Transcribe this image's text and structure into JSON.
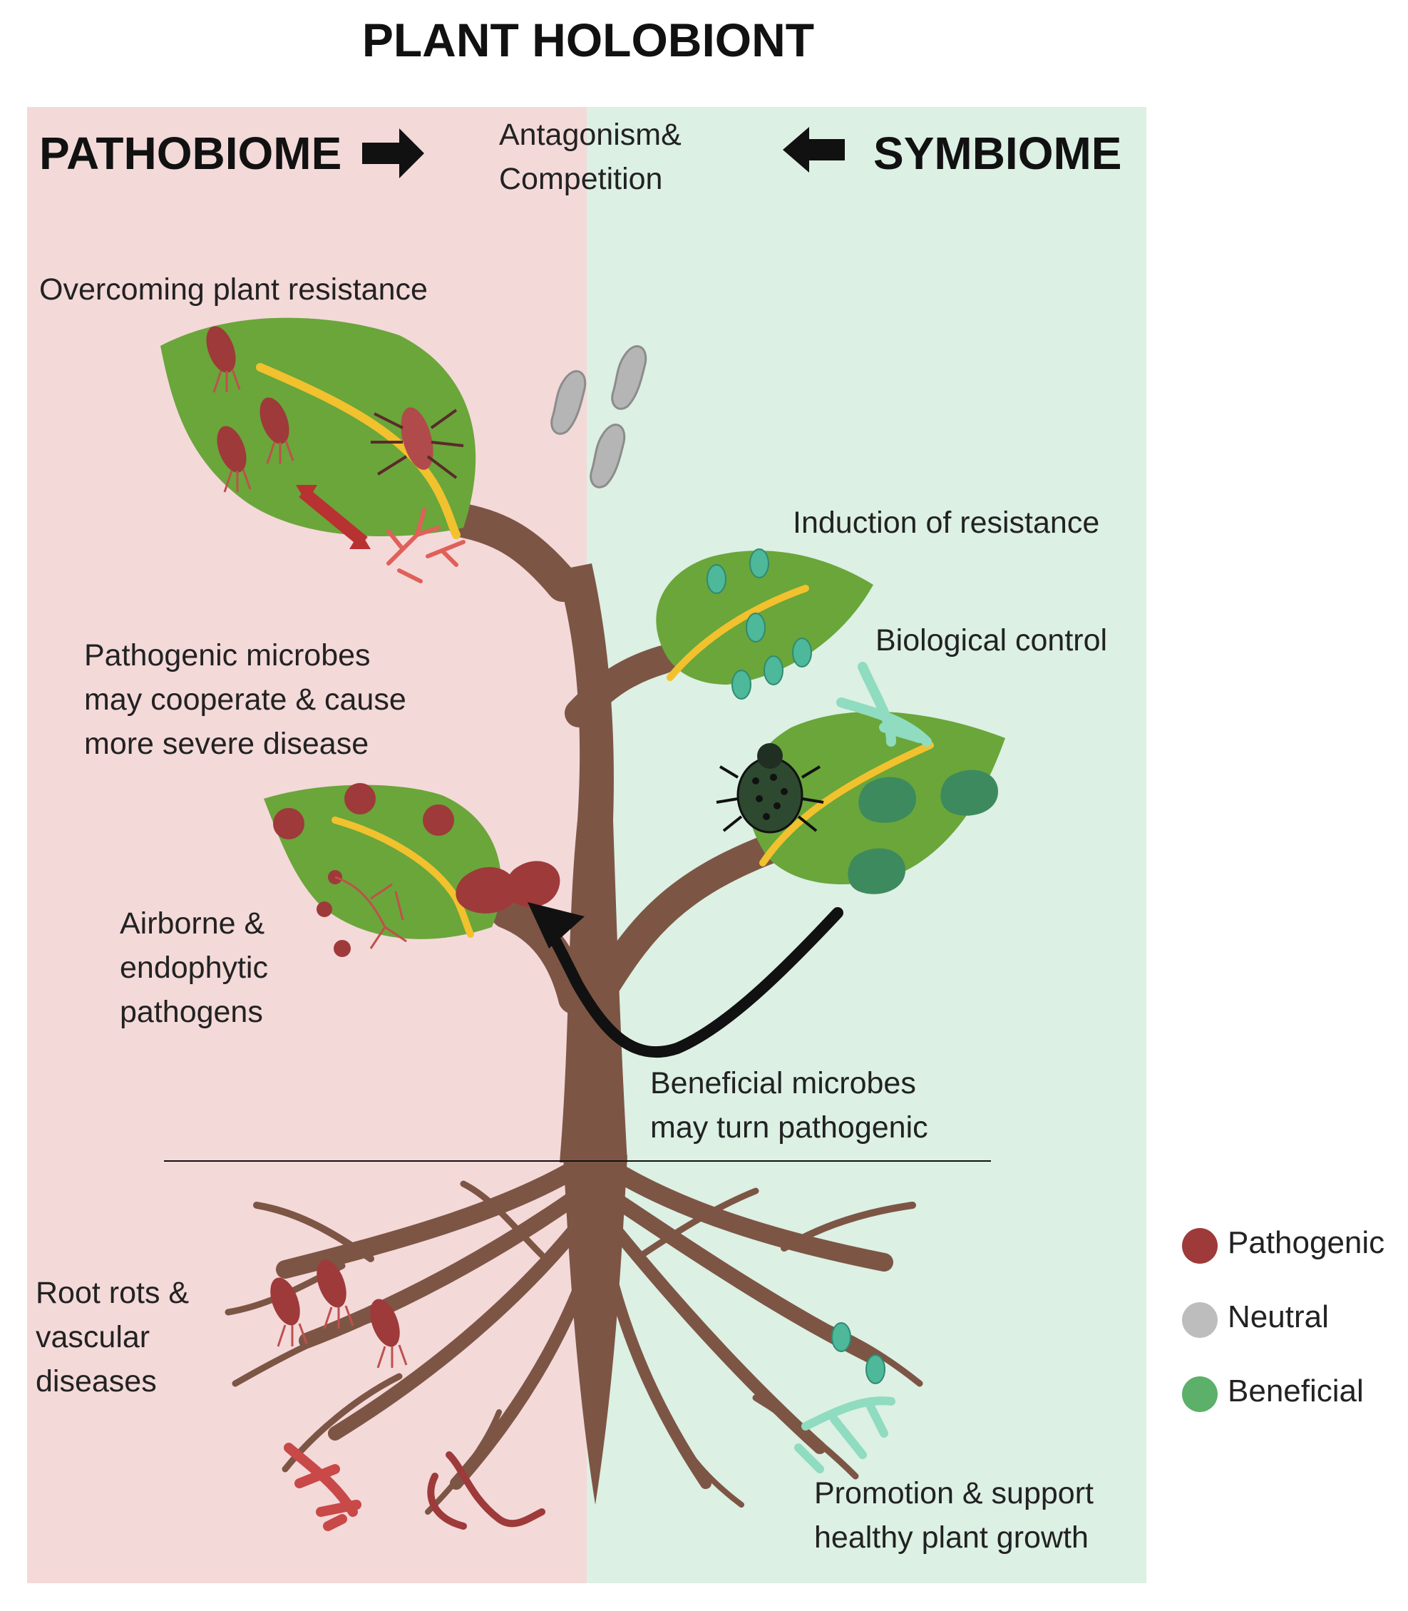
{
  "title": "PLANT HOLOBIONT",
  "headings": {
    "left": "PATHOBIOME",
    "right": "SYMBIOME",
    "center": "Antagonism&\nCompetition"
  },
  "labels": {
    "overcoming": "Overcoming plant resistance",
    "cooperate": "Pathogenic microbes\nmay cooperate & cause\nmore severe disease",
    "airborne": "Airborne &\nendophytic\npathogens",
    "root_rots": "Root rots &\nvascular\ndiseases",
    "induction": "Induction of resistance",
    "biocontrol": "Biological control",
    "beneficial_turn": "Beneficial microbes\nmay turn pathogenic",
    "promotion": "Promotion & support\nhealthy plant growth"
  },
  "legend": [
    {
      "label": "Pathogenic",
      "color": "#9e3a3a"
    },
    {
      "label": "Neutral",
      "color": "#bdbdbd"
    },
    {
      "label": "Beneficial",
      "color": "#5cb06a"
    }
  ],
  "colors": {
    "pathobiome_bg": "#f4d9d9",
    "symbiome_bg": "#dcf0e4",
    "stem": "#7d5545",
    "leaf": "#6aa63a",
    "vein": "#f2c12e",
    "pathogen": "#9e3a3a",
    "neutral": "#b5b5b5",
    "beneficial": "#4db89a"
  }
}
